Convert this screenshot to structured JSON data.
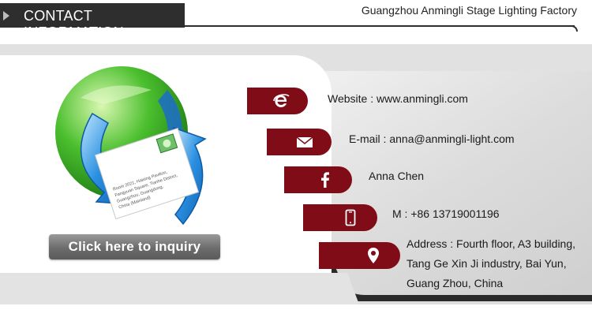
{
  "header": {
    "title": "CONTACT INFORMATION",
    "company": "Guangzhou Anmingli Stage Lighting Factory"
  },
  "graphic": {
    "envelope_lines": [
      "Room 2021, Haixing Pavilion,",
      "Fangyuan Square, Tianhe District,",
      "Guangzhou, Guangdong,",
      "China (Mainland)"
    ]
  },
  "inquiry_button": {
    "label": "Click here to inquiry"
  },
  "contacts": {
    "website": "Website : www.anmingli.com",
    "email": "E-mail : anna@anmingli-light.com",
    "name": "Anna Chen",
    "mobile": "M : +86 13719001196",
    "address": "Address : Fourth floor, A3 building, Tang Ge Xin Ji industry, Bai Yun, Guang Zhou, China"
  },
  "icons": {
    "website": "internet-explorer-icon",
    "email": "envelope-icon",
    "name": "facebook-icon",
    "mobile": "mobile-phone-icon",
    "address": "location-pin-icon"
  },
  "colors": {
    "header_bg": "#2e2e2e",
    "badge": "#7f0c16",
    "button": "#6c6c6c",
    "globe_green": "#3fae2a",
    "arrow_blue": "#2a8fe0"
  }
}
